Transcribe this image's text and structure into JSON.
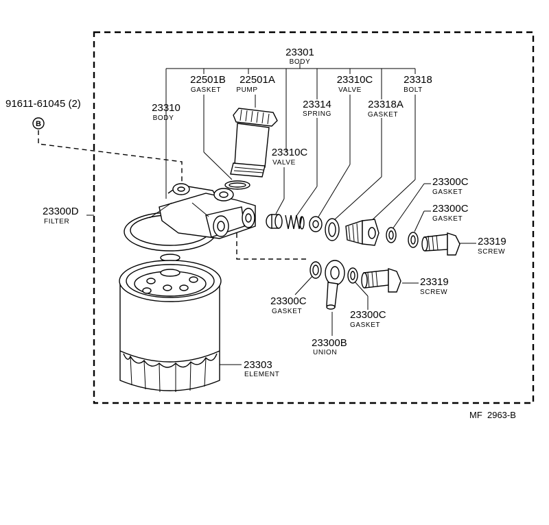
{
  "parts": [
    {
      "id": "p23301",
      "number": "23301",
      "desc": "BODY"
    },
    {
      "id": "p22501b",
      "number": "22501B",
      "desc": "GASKET"
    },
    {
      "id": "p22501a",
      "number": "22501A",
      "desc": "PUMP"
    },
    {
      "id": "p23310c_top",
      "number": "23310C",
      "desc": "VALVE"
    },
    {
      "id": "p23318",
      "number": "23318",
      "desc": "BOLT"
    },
    {
      "id": "p23310",
      "number": "23310",
      "desc": "BODY"
    },
    {
      "id": "p23314",
      "number": "23314",
      "desc": "SPRING"
    },
    {
      "id": "p23318a",
      "number": "23318A",
      "desc": "GASKET"
    },
    {
      "id": "p23310c_mid",
      "number": "23310C",
      "desc": "VALVE"
    },
    {
      "id": "p23300c_r1",
      "number": "23300C",
      "desc": "GASKET"
    },
    {
      "id": "p23300c_r2",
      "number": "23300C",
      "desc": "GASKET"
    },
    {
      "id": "p23319_r1",
      "number": "23319",
      "desc": "SCREW"
    },
    {
      "id": "p23319_r2",
      "number": "23319",
      "desc": "SCREW"
    },
    {
      "id": "p23300d",
      "number": "23300D",
      "desc": "FILTER"
    },
    {
      "id": "p23300c_l",
      "number": "23300C",
      "desc": "GASKET"
    },
    {
      "id": "p23300c_b",
      "number": "23300C",
      "desc": "GASKET"
    },
    {
      "id": "p23300b",
      "number": "23300B",
      "desc": "UNION"
    },
    {
      "id": "p23303",
      "number": "23303",
      "desc": "ELEMENT"
    }
  ],
  "bolt_ref": {
    "number": "91611-61045 (2)",
    "marker": "B"
  },
  "figure_code": "MF  2963-B"
}
